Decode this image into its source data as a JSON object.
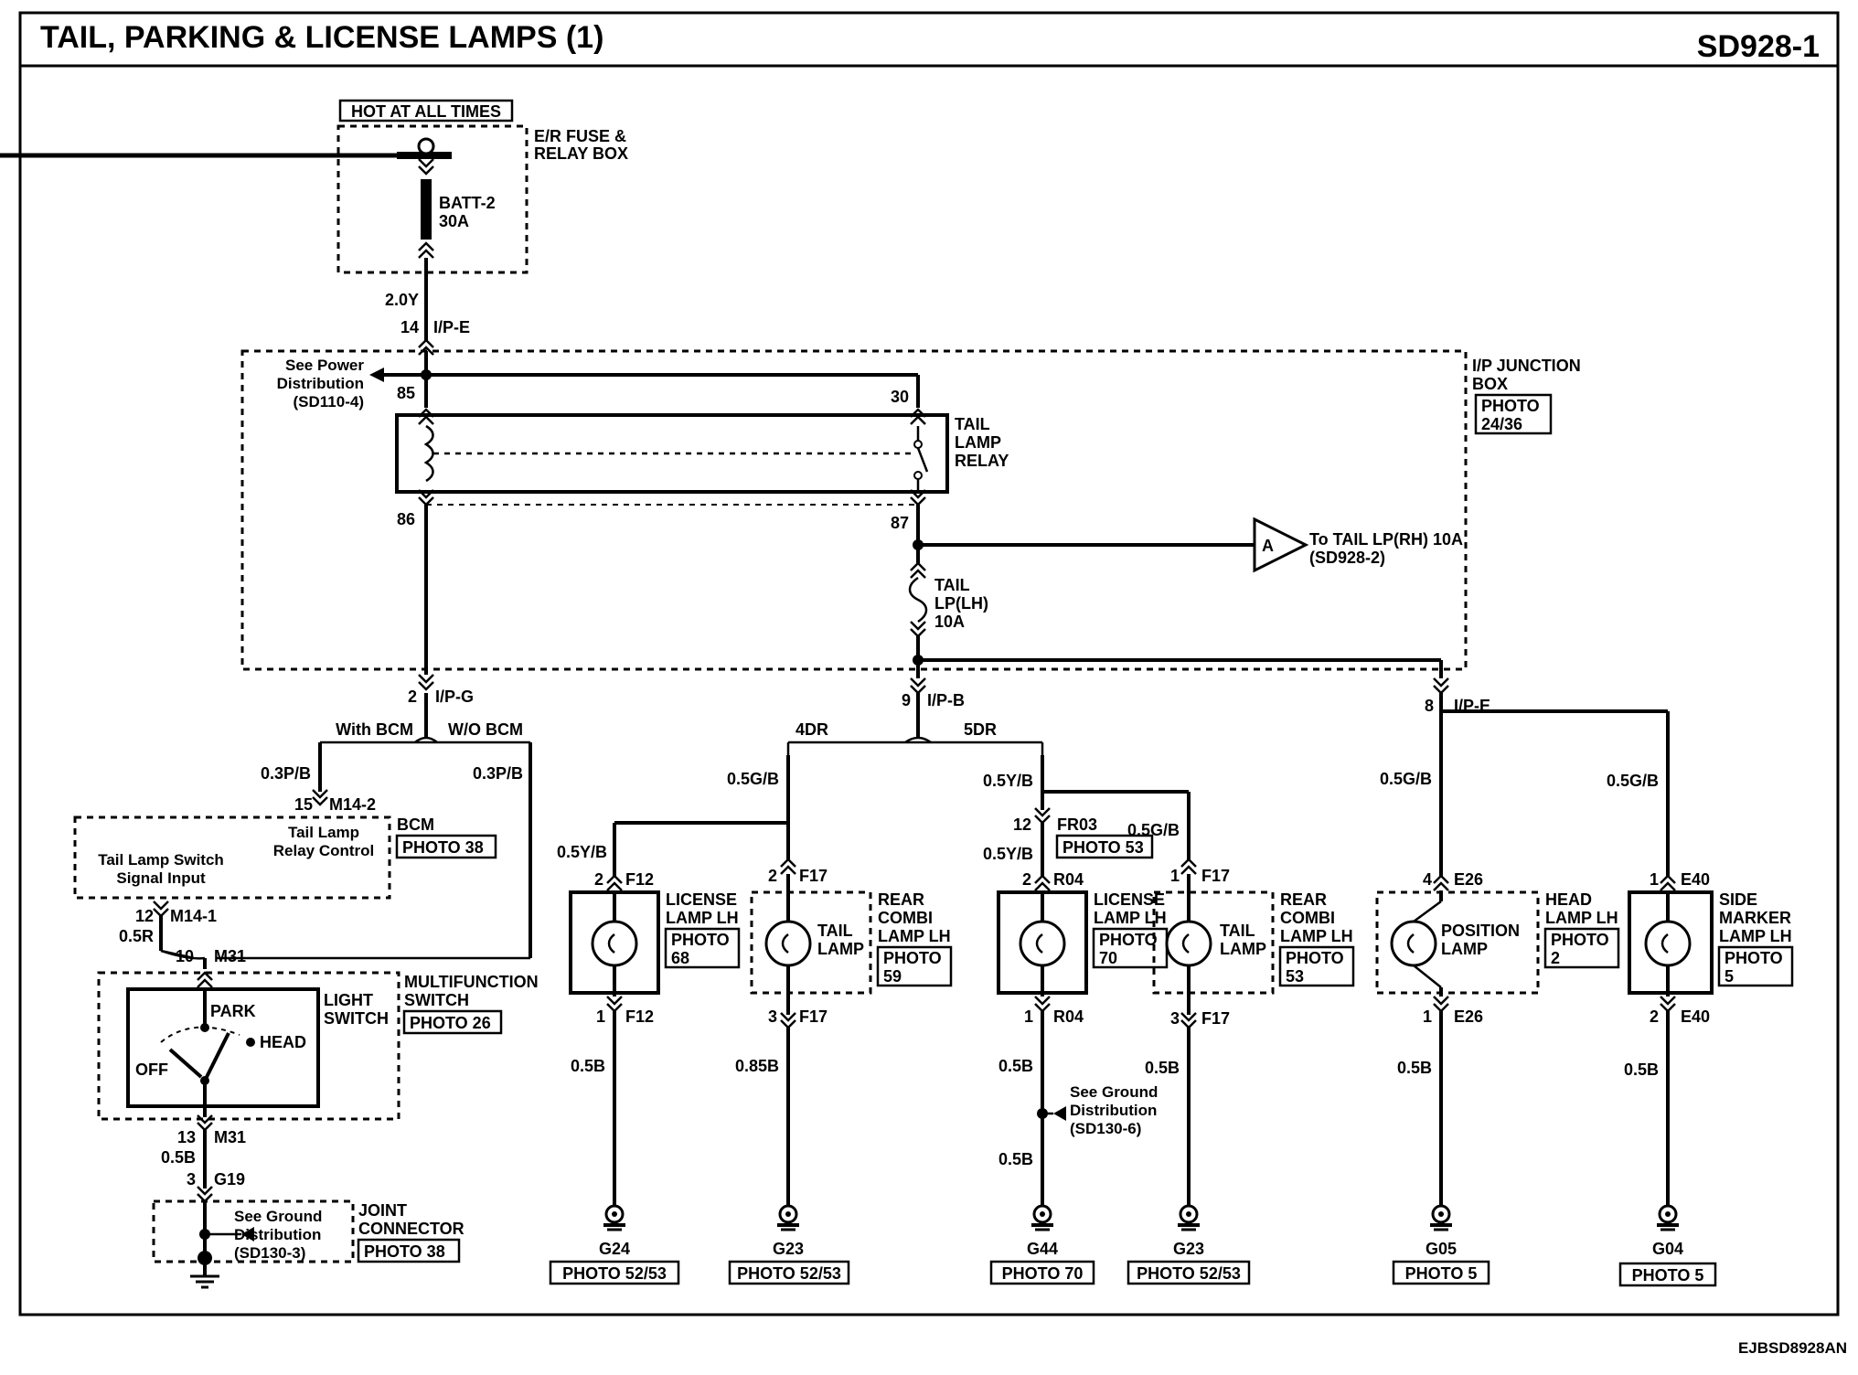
{
  "header": {
    "title": "TAIL, PARKING & LICENSE LAMPS (1)",
    "code": "SD928-1"
  },
  "footer": {
    "ref": "EJBSD8928AN"
  },
  "fuse_box": {
    "hot_label": "HOT AT ALL TIMES",
    "name_line1": "E/R FUSE &",
    "name_line2": "RELAY BOX",
    "fuse_line1": "BATT-2",
    "fuse_line2": "30A"
  },
  "wires": {
    "w_2_0y": "2.0Y",
    "pin_14": "14",
    "conn_ipe_top": "I/P-E",
    "pin_2": "2",
    "conn_ipg": "I/P-G",
    "pin_9": "9",
    "conn_ipb": "I/P-B",
    "pin_8": "8",
    "conn_ipe_right": "I/P-E",
    "with_bcm": "With BCM",
    "wo_bcm": "W/O BCM",
    "w_03pb_left": "0.3P/B",
    "w_03pb_right": "0.3P/B",
    "pin_15": "15",
    "conn_m14_2": "M14-2",
    "pin_12": "12",
    "conn_m14_1": "M14-1",
    "w_05r": "0.5R",
    "pin_10": "10",
    "conn_m31_top": "M31",
    "pin_13": "13",
    "conn_m31_bot": "M31",
    "w_05b_sw": "0.5B",
    "pin_3": "3",
    "conn_g19": "G19",
    "label_4dr": "4DR",
    "label_5dr": "5DR"
  },
  "junction_box": {
    "name_line1": "I/P JUNCTION",
    "name_line2": "BOX",
    "photo_line1": "PHOTO",
    "photo_line2": "24/36",
    "see_power_line1": "See Power",
    "see_power_line2": "Distribution",
    "see_power_line3": "(SD110-4)",
    "pin_85": "85",
    "pin_30": "30",
    "pin_86": "86",
    "pin_87": "87",
    "relay_line1": "TAIL",
    "relay_line2": "LAMP",
    "relay_line3": "RELAY",
    "offpage_letter": "A",
    "offpage_line1": "To TAIL LP(RH) 10A",
    "offpage_line2": "(SD928-2)",
    "fuse_line1": "TAIL",
    "fuse_line2": "LP(LH)",
    "fuse_line3": "10A"
  },
  "bcm": {
    "name": "BCM",
    "photo": "PHOTO 38",
    "relay_ctrl_line1": "Tail Lamp",
    "relay_ctrl_line2": "Relay Control",
    "switch_in_line1": "Tail Lamp Switch",
    "switch_in_line2": "Signal Input"
  },
  "switch": {
    "name_line1": "MULTIFUNCTION",
    "name_line2": "SWITCH",
    "photo": "PHOTO 26",
    "sub_line1": "LIGHT",
    "sub_line2": "SWITCH",
    "pos_park": "PARK",
    "pos_head": "HEAD",
    "pos_off": "OFF"
  },
  "joint": {
    "see_line1": "See Ground",
    "see_line2": "Distribution",
    "see_line3": "(SD130-3)",
    "name_line1": "JOINT",
    "name_line2": "CONNECTOR",
    "photo": "PHOTO 38"
  },
  "lamp_columns": [
    {
      "w_top": "0.5Y/B",
      "pin_top": "2",
      "conn_top": "F12",
      "lamp_line1": "LICENSE",
      "lamp_line2": "LAMP LH",
      "lamp_line3": "",
      "photo_line1": "PHOTO",
      "photo_line2": "68",
      "inner_line1": "",
      "inner_line2": "",
      "pin_bot": "1",
      "conn_bot": "F12",
      "w_bot": "0.5B",
      "ground": "G24",
      "ground_photo": "PHOTO 52/53"
    },
    {
      "w_top": "0.5G/B",
      "pin_top": "2",
      "conn_top": "F17",
      "lamp_line1": "REAR",
      "lamp_line2": "COMBI",
      "lamp_line3": "LAMP LH",
      "photo_line1": "PHOTO",
      "photo_line2": "59",
      "inner_line1": "TAIL",
      "inner_line2": "LAMP",
      "pin_bot": "3",
      "conn_bot": "F17",
      "w_bot": "0.85B",
      "ground": "G23",
      "ground_photo": "PHOTO 52/53"
    },
    {
      "w_top": "0.5Y/B",
      "w_top2": "0.5Y/B",
      "pin_fr": "12",
      "conn_fr": "FR03",
      "fr_photo": "PHOTO 53",
      "pin_top": "2",
      "conn_top": "R04",
      "lamp_line1": "LICENSE",
      "lamp_line2": "LAMP LH",
      "lamp_line3": "",
      "photo_line1": "PHOTO",
      "photo_line2": "70",
      "inner_line1": "",
      "inner_line2": "",
      "pin_bot": "1",
      "conn_bot": "R04",
      "w_bot": "0.5B",
      "w_bot2": "0.5B",
      "see_line1": "See Ground",
      "see_line2": "Distribution",
      "see_line3": "(SD130-6)",
      "ground": "G44",
      "ground_photo": "PHOTO 70"
    },
    {
      "w_top": "0.5G/B",
      "pin_top": "1",
      "conn_top": "F17",
      "lamp_line1": "REAR",
      "lamp_line2": "COMBI",
      "lamp_line3": "LAMP LH",
      "photo_line1": "PHOTO",
      "photo_line2": "53",
      "inner_line1": "TAIL",
      "inner_line2": "LAMP",
      "pin_bot": "3",
      "conn_bot": "F17",
      "w_bot": "0.5B",
      "ground": "G23",
      "ground_photo": "PHOTO 52/53"
    },
    {
      "w_top": "0.5G/B",
      "pin_top": "4",
      "conn_top": "E26",
      "lamp_line1": "HEAD",
      "lamp_line2": "LAMP LH",
      "lamp_line3": "",
      "photo_line1": "PHOTO",
      "photo_line2": "2",
      "inner_line1": "POSITION",
      "inner_line2": "LAMP",
      "pin_bot": "1",
      "conn_bot": "E26",
      "w_bot": "0.5B",
      "ground": "G05",
      "ground_photo": "PHOTO 5"
    },
    {
      "w_top": "0.5G/B",
      "pin_top": "1",
      "conn_top": "E40",
      "lamp_line1": "SIDE",
      "lamp_line2": "MARKER",
      "lamp_line3": "LAMP LH",
      "photo_line1": "PHOTO",
      "photo_line2": "5",
      "inner_line1": "",
      "inner_line2": "",
      "pin_bot": "2",
      "conn_bot": "E40",
      "w_bot": "0.5B",
      "ground": "G04",
      "ground_photo": "PHOTO 5"
    }
  ]
}
